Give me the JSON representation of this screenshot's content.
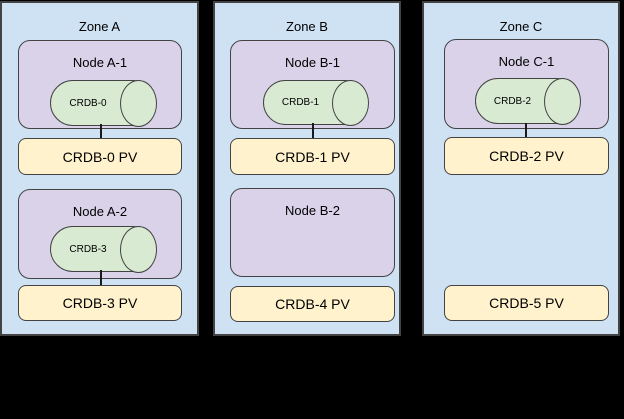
{
  "diagram": {
    "description": "Three availability zones with nodes, CockroachDB pods and persistent volumes",
    "zones": [
      {
        "label": "Zone A",
        "nodes": [
          {
            "title": "Node A-1",
            "pod": "CRDB-0"
          },
          {
            "title": "Node A-2",
            "pod": "CRDB-3"
          }
        ],
        "pvs": [
          "CRDB-0 PV",
          "CRDB-3 PV"
        ]
      },
      {
        "label": "Zone B",
        "nodes": [
          {
            "title": "Node B-1",
            "pod": "CRDB-1"
          },
          {
            "title": "Node B-2",
            "pod": null
          }
        ],
        "pvs": [
          "CRDB-1 PV",
          "CRDB-4 PV"
        ]
      },
      {
        "label": "Zone C",
        "nodes": [
          {
            "title": "Node C-1",
            "pod": "CRDB-2"
          }
        ],
        "pvs": [
          "CRDB-2 PV",
          "CRDB-5 PV"
        ]
      }
    ],
    "colors": {
      "zone_fill": "#cfe2f3",
      "node_fill": "#d9d2e9",
      "pod_fill": "#d9ead3",
      "pv_fill": "#fff2cc",
      "border": "#434343",
      "background": "#000000"
    }
  }
}
